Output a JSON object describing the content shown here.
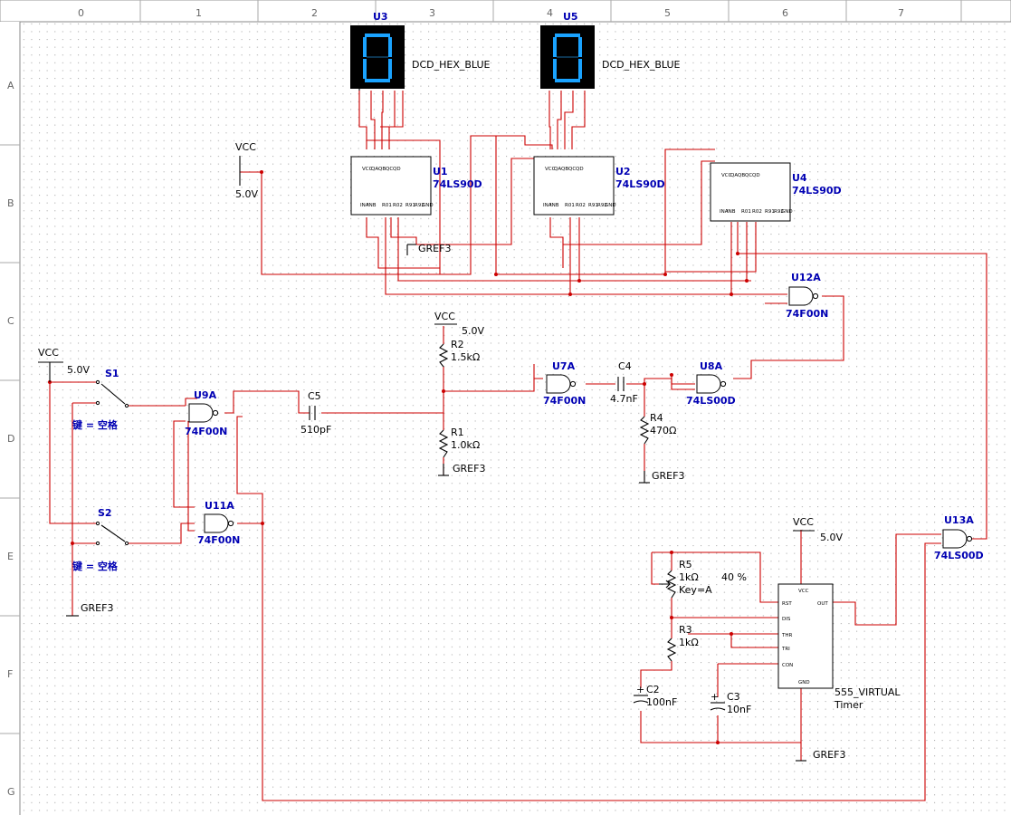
{
  "ruler": {
    "columns": [
      "0",
      "1",
      "2",
      "3",
      "4",
      "5",
      "6",
      "7"
    ],
    "rows": [
      "A",
      "B",
      "C",
      "D",
      "E",
      "F",
      "G"
    ]
  },
  "colors": {
    "wire": "#cc0000",
    "refdes": "#0000b3",
    "display_bg": "#000000",
    "segment": "#1aa3ff",
    "grid": "#b5b5b5"
  },
  "displays": [
    {
      "ref": "U3",
      "label": "DCD_HEX_BLUE",
      "digit": "0"
    },
    {
      "ref": "U5",
      "label": "DCD_HEX_BLUE",
      "digit": "0"
    }
  ],
  "counters": [
    {
      "ref": "U1",
      "part": "74LS90D"
    },
    {
      "ref": "U2",
      "part": "74LS90D"
    },
    {
      "ref": "U4",
      "part": "74LS90D"
    }
  ],
  "counter_pins": {
    "top": [
      "VCC",
      "QA",
      "QB",
      "QC",
      "QD"
    ],
    "bottom": [
      "INA",
      "INB",
      "R01",
      "R02",
      "R91",
      "R92",
      "GND"
    ]
  },
  "gates": [
    {
      "ref": "U12A",
      "part": "74F00N"
    },
    {
      "ref": "U7A",
      "part": "74F00N"
    },
    {
      "ref": "U8A",
      "part": "74LS00D"
    },
    {
      "ref": "U9A",
      "part": "74F00N"
    },
    {
      "ref": "U11A",
      "part": "74F00N"
    },
    {
      "ref": "U13A",
      "part": "74LS00D"
    }
  ],
  "power": {
    "vcc": "VCC",
    "voltage": "5.0V",
    "ground": "GREF3"
  },
  "resistors": [
    {
      "ref": "R2",
      "value": "1.5kΩ"
    },
    {
      "ref": "R1",
      "value": "1.0kΩ"
    },
    {
      "ref": "R4",
      "value": "470Ω"
    },
    {
      "ref": "R3",
      "value": "1kΩ"
    }
  ],
  "capacitors": [
    {
      "ref": "C5",
      "value": "510pF"
    },
    {
      "ref": "C4",
      "value": "4.7nF"
    },
    {
      "ref": "C2",
      "value": "100nF"
    },
    {
      "ref": "C3",
      "value": "10nF"
    }
  ],
  "pot": {
    "ref": "R5",
    "value": "1kΩ",
    "key": "Key=A",
    "percent": "40 %"
  },
  "switches": [
    {
      "ref": "S1",
      "key": "键 = 空格"
    },
    {
      "ref": "S2",
      "key": "键 = 空格"
    }
  ],
  "timer": {
    "part": "555_VIRTUAL",
    "caption": "Timer",
    "pins": {
      "vcc": "VCC",
      "rst": "RST",
      "out": "OUT",
      "dis": "DIS",
      "thr": "THR",
      "tri": "TRI",
      "con": "CON",
      "gnd": "GND"
    }
  }
}
